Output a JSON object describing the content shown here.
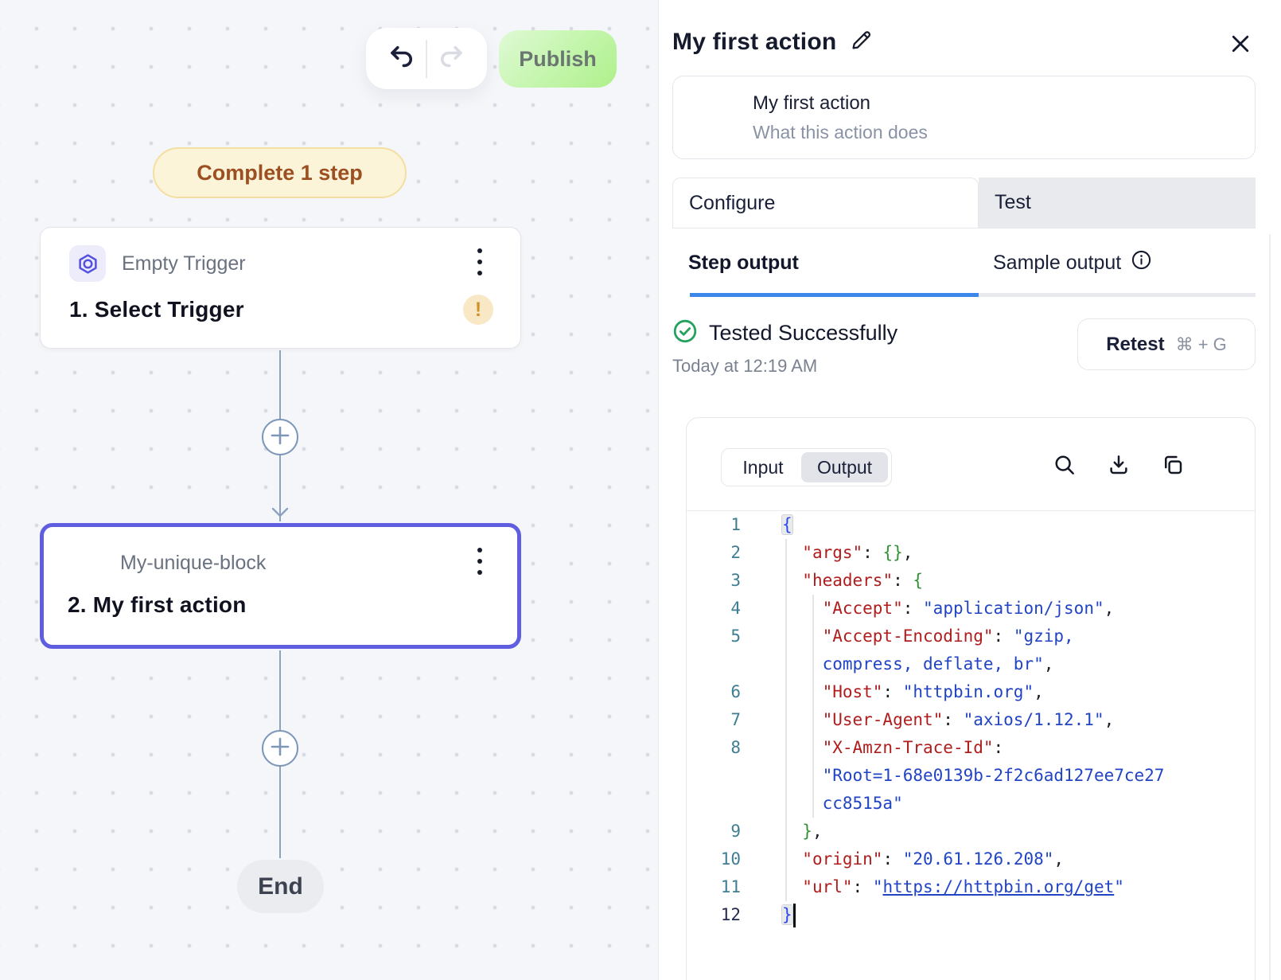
{
  "colors": {
    "accent_purple": "#605ee0",
    "publish_green": "#aef08b",
    "subtab_active_blue": "#3b87ea",
    "success_green": "#23a15d",
    "warning_orange": "#cf9228",
    "badge_yellow_bg": "#fcf4d9",
    "code_key_red": "#b01d1d",
    "code_string_blue": "#2144c4",
    "code_brace_green": "#319235",
    "line_number_teal": "#3f7e92"
  },
  "icons": [
    "undo-icon",
    "redo-icon",
    "pencil-icon",
    "close-icon",
    "hexagon-trigger-icon",
    "kebab-menu-icon",
    "warning-icon",
    "plus-icon",
    "arrow-down-icon",
    "info-icon",
    "check-circle-icon",
    "search-icon",
    "download-icon",
    "copy-icon"
  ],
  "canvas": {
    "toolbar": {
      "publish_label": "Publish"
    },
    "badge_label": "Complete 1 step",
    "nodes": [
      {
        "type_label": "Empty Trigger",
        "title": "1. Select Trigger",
        "has_warning": true
      },
      {
        "type_label": "My-unique-block",
        "title": "2. My first action",
        "selected": true
      }
    ],
    "end_label": "End"
  },
  "panel": {
    "title": "My first action",
    "description_card": {
      "name": "My first action",
      "placeholder": "What this action does"
    },
    "tabs": [
      {
        "label": "Configure"
      },
      {
        "label": "Test"
      }
    ],
    "subtabs": [
      {
        "label": "Step output"
      },
      {
        "label": "Sample output"
      }
    ],
    "test_status": {
      "status": "Tested Successfully",
      "timestamp": "Today at 12:19 AM",
      "retest_label": "Retest",
      "shortcut": "⌘ + G"
    },
    "io_toggle": {
      "input": "Input",
      "output": "Output"
    },
    "code": {
      "rows": [
        {
          "n": "1",
          "seg": [
            {
              "t": "{",
              "c": "b0 hl"
            }
          ]
        },
        {
          "n": "2",
          "seg": [
            {
              "t": "  "
            },
            {
              "t": "\"args\"",
              "c": "k"
            },
            {
              "t": ": ",
              "c": "p"
            },
            {
              "t": "{}",
              "c": "b1"
            },
            {
              "t": ",",
              "c": "p"
            }
          ]
        },
        {
          "n": "3",
          "seg": [
            {
              "t": "  "
            },
            {
              "t": "\"headers\"",
              "c": "k"
            },
            {
              "t": ": ",
              "c": "p"
            },
            {
              "t": "{",
              "c": "b1"
            }
          ]
        },
        {
          "n": "4",
          "seg": [
            {
              "t": "    "
            },
            {
              "t": "\"Accept\"",
              "c": "k"
            },
            {
              "t": ": ",
              "c": "p"
            },
            {
              "t": "\"application/json\"",
              "c": "s"
            },
            {
              "t": ",",
              "c": "p"
            }
          ]
        },
        {
          "n": "5",
          "seg": [
            {
              "t": "    "
            },
            {
              "t": "\"Accept-Encoding\"",
              "c": "k"
            },
            {
              "t": ": ",
              "c": "p"
            },
            {
              "t": "\"gzip,",
              "c": "s"
            }
          ]
        },
        {
          "seg": [
            {
              "t": "    "
            },
            {
              "t": "compress, deflate, br\"",
              "c": "s"
            },
            {
              "t": ",",
              "c": "p"
            }
          ]
        },
        {
          "n": "6",
          "seg": [
            {
              "t": "    "
            },
            {
              "t": "\"Host\"",
              "c": "k"
            },
            {
              "t": ": ",
              "c": "p"
            },
            {
              "t": "\"httpbin.org\"",
              "c": "s"
            },
            {
              "t": ",",
              "c": "p"
            }
          ]
        },
        {
          "n": "7",
          "seg": [
            {
              "t": "    "
            },
            {
              "t": "\"User-Agent\"",
              "c": "k"
            },
            {
              "t": ": ",
              "c": "p"
            },
            {
              "t": "\"axios/1.12.1\"",
              "c": "s"
            },
            {
              "t": ",",
              "c": "p"
            }
          ]
        },
        {
          "n": "8",
          "seg": [
            {
              "t": "    "
            },
            {
              "t": "\"X-Amzn-Trace-Id\"",
              "c": "k"
            },
            {
              "t": ":",
              "c": "p"
            }
          ]
        },
        {
          "seg": [
            {
              "t": "    "
            },
            {
              "t": "\"Root=1-68e0139b-2f2c6ad127ee7ce27",
              "c": "s"
            }
          ]
        },
        {
          "seg": [
            {
              "t": "    "
            },
            {
              "t": "cc8515a\"",
              "c": "s"
            }
          ]
        },
        {
          "n": "9",
          "seg": [
            {
              "t": "  "
            },
            {
              "t": "}",
              "c": "b1"
            },
            {
              "t": ",",
              "c": "p"
            }
          ]
        },
        {
          "n": "10",
          "seg": [
            {
              "t": "  "
            },
            {
              "t": "\"origin\"",
              "c": "k"
            },
            {
              "t": ": ",
              "c": "p"
            },
            {
              "t": "\"20.61.126.208\"",
              "c": "s"
            },
            {
              "t": ",",
              "c": "p"
            }
          ]
        },
        {
          "n": "11",
          "seg": [
            {
              "t": "  "
            },
            {
              "t": "\"url\"",
              "c": "k"
            },
            {
              "t": ": ",
              "c": "p"
            },
            {
              "t": "\"",
              "c": "s"
            },
            {
              "t": "https://httpbin.org/get",
              "c": "s link"
            },
            {
              "t": "\"",
              "c": "s"
            }
          ]
        },
        {
          "n": "12",
          "active": true,
          "cursor": true,
          "seg": [
            {
              "t": "}",
              "c": "b0 hl"
            }
          ]
        }
      ]
    }
  }
}
